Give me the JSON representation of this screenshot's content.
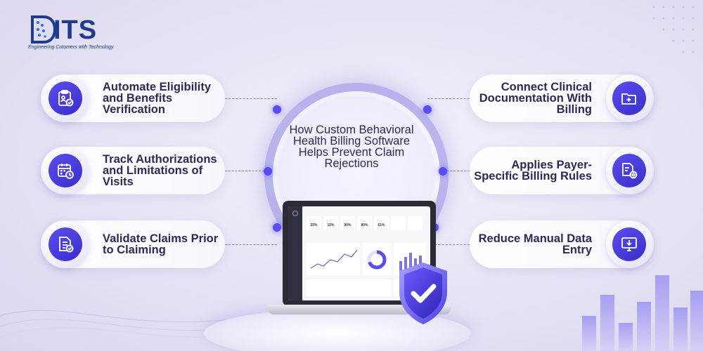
{
  "logo": {
    "wordmark": "ITS",
    "tagline": "Engineering Cutomers with Technology"
  },
  "center": {
    "title": "How Custom Behavioral Health Billing Software Helps Prevent Claim Rejections"
  },
  "features_left": [
    {
      "label": "Automate Eligibility and Benefits Verification",
      "icon": "clipboard-user-check-icon"
    },
    {
      "label": "Track Authorizations and Limitations of Visits",
      "icon": "calendar-clock-icon"
    },
    {
      "label": "Validate Claims Prior to Claiming",
      "icon": "document-check-icon"
    }
  ],
  "features_right": [
    {
      "label": "Connect Clinical Documentation With Billing",
      "icon": "folder-medical-icon"
    },
    {
      "label": "Applies Payer-Specific Billing Rules",
      "icon": "document-gear-icon"
    },
    {
      "label": "Reduce Manual Data Entry",
      "icon": "monitor-download-icon"
    }
  ],
  "laptop_screen": {
    "stats": [
      "25%",
      "15%",
      "90%",
      "80%",
      "61%"
    ]
  },
  "colors": {
    "accent": "#5a4df0",
    "accent_dark": "#3a2fc8",
    "text": "#2b2b55",
    "brand": "#1f3b8c"
  }
}
